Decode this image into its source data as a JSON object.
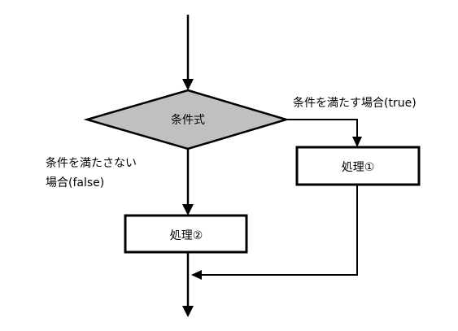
{
  "diagram": {
    "condition_label": "条件式",
    "true_branch_label": "条件を満たす場合(true)",
    "false_branch_label_line1": "条件を満たさない",
    "false_branch_label_line2": "場合(false)",
    "process_1_label": "処理①",
    "process_2_label": "処理②"
  },
  "colors": {
    "line": "#000000",
    "decision_fill": "#c0c0c0",
    "box_fill": "#ffffff",
    "background": "#ffffff"
  }
}
